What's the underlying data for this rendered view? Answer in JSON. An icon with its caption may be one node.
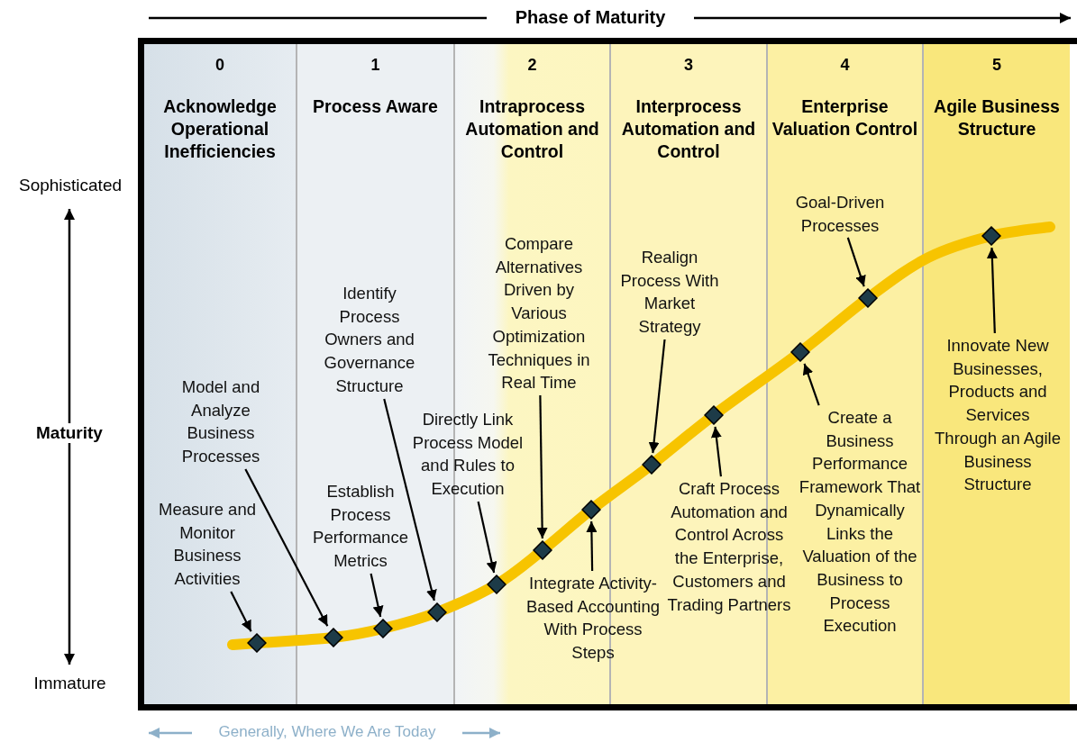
{
  "diagram": {
    "nodes": [
      {
        "text": [
          "0",
          "Acknowledge Operational Inefficiencies"
        ]
      },
      {
        "text": [
          "1",
          "Process Aware"
        ]
      },
      {
        "text": [
          "2",
          "Intraprocess Automation and Control"
        ]
      },
      {
        "text": [
          "3",
          "Interprocess Automation and Control"
        ]
      },
      {
        "text": [
          "4",
          "Enterprise Valuation Control"
        ]
      },
      {
        "text": [
          "5",
          "Agile Business Structure"
        ]
      },
      {
        "text": [
          "Measure and Monitor Business Activities"
        ],
        "in": 0
      },
      {
        "text": [
          "Model and Analyze Business Processes"
        ],
        "in": 0
      },
      {
        "text": [],
        "shape": "diamond",
        "in": 0
      },
      {
        "text": [
          "Establish Process Performance Metrics"
        ],
        "in": 1
      },
      {
        "text": [
          "Identify Process Owners and Governance Structure"
        ],
        "in": 1
      },
      {
        "text": [],
        "shape": "diamond",
        "in": 1
      },
      {
        "text": [],
        "shape": "diamond",
        "in": 1
      },
      {
        "text": [],
        "shape": "diamond",
        "in": 1
      },
      {
        "text": [
          "Directly Link Process Model and Rules to Execution"
        ]
      },
      {
        "text": [
          "Compare Alternatives Driven by Various Optimization Techniques in Real Time"
        ],
        "in": 2
      },
      {
        "text": [
          "Integrate Activity-Based Accounting With Process Steps"
        ]
      },
      {
        "text": [],
        "shape": "diamond",
        "in": 2
      },
      {
        "text": [],
        "shape": "diamond",
        "in": 2
      },
      {
        "text": [],
        "shape": "diamond",
        "in": 2
      },
      {
        "text": [
          "Realign Process With Market Strategy"
        ],
        "in": 3
      },
      {
        "text": [
          "Craft Process Automation and Control Across the Enterprise, Customers and Trading Partners"
        ]
      },
      {
        "text": [],
        "shape": "diamond",
        "in": 3
      },
      {
        "text": [],
        "shape": "diamond",
        "in": 3
      },
      {
        "text": [
          "Goal-Driven Processes"
        ],
        "in": 4
      },
      {
        "text": [
          "Create a Business Performance Framework That Dynamically Links the Valuation of the Business to Process Execution"
        ],
        "in": 4
      },
      {
        "text": [],
        "shape": "diamond",
        "in": 4
      },
      {
        "text": [],
        "shape": "diamond",
        "in": 4
      },
      {
        "text": [
          "Innovate New Businesses, Products and Services Through an Agile Business Structure"
        ],
        "in": 5
      },
      {
        "text": [],
        "shape": "diamond",
        "in": 5
      }
    ],
    "edges": [
      {
        "from": 6,
        "to": 8,
        "arrow": "to"
      },
      {
        "from": 7,
        "to": 11,
        "arrow": "to"
      },
      {
        "from": 9,
        "to": 12,
        "arrow": "to"
      },
      {
        "from": 10,
        "to": 13,
        "arrow": "to"
      },
      {
        "from": 14,
        "to": 17,
        "arrow": "to"
      },
      {
        "from": 15,
        "to": 18,
        "arrow": "to"
      },
      {
        "from": 16,
        "to": 19,
        "arrow": "to"
      },
      {
        "from": 20,
        "to": 22,
        "arrow": "to"
      },
      {
        "from": 21,
        "to": 23,
        "arrow": "to"
      },
      {
        "from": 25,
        "to": 26,
        "arrow": "to"
      },
      {
        "from": 24,
        "to": 27,
        "arrow": "to"
      },
      {
        "from": 28,
        "to": 29,
        "arrow": "to"
      }
    ],
    "labels": [
      "Phase of Maturity",
      "Sophisticated",
      "Maturity",
      "Immature",
      "Generally, Where We Are Today"
    ]
  }
}
